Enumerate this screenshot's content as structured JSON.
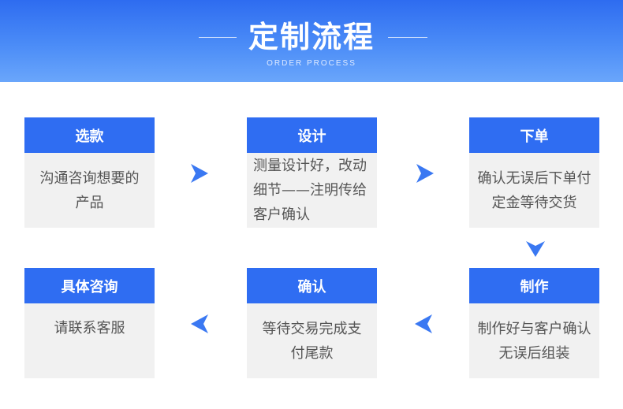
{
  "header": {
    "title": "定制流程",
    "subtitle": "ORDER PROCESS"
  },
  "steps": [
    {
      "title": "选款",
      "desc": "沟通咨询想要的产品"
    },
    {
      "title": "设计",
      "desc": "测量设计好，改动细节——注明传给客户确认"
    },
    {
      "title": "下单",
      "desc": "确认无误后下单付定金等待交货"
    },
    {
      "title": "制作",
      "desc": "制作好与客户确认无误后组装"
    },
    {
      "title": "确认",
      "desc": "等待交易完成支付尾款"
    },
    {
      "title": "具体咨询",
      "desc": "请联系客服"
    }
  ],
  "colors": {
    "accent": "#2f6df2",
    "card_bg": "#f1f1f1",
    "arrow": "#3a78f2"
  },
  "icons": [
    "arrow-right-icon",
    "arrow-down-icon",
    "arrow-left-icon"
  ]
}
